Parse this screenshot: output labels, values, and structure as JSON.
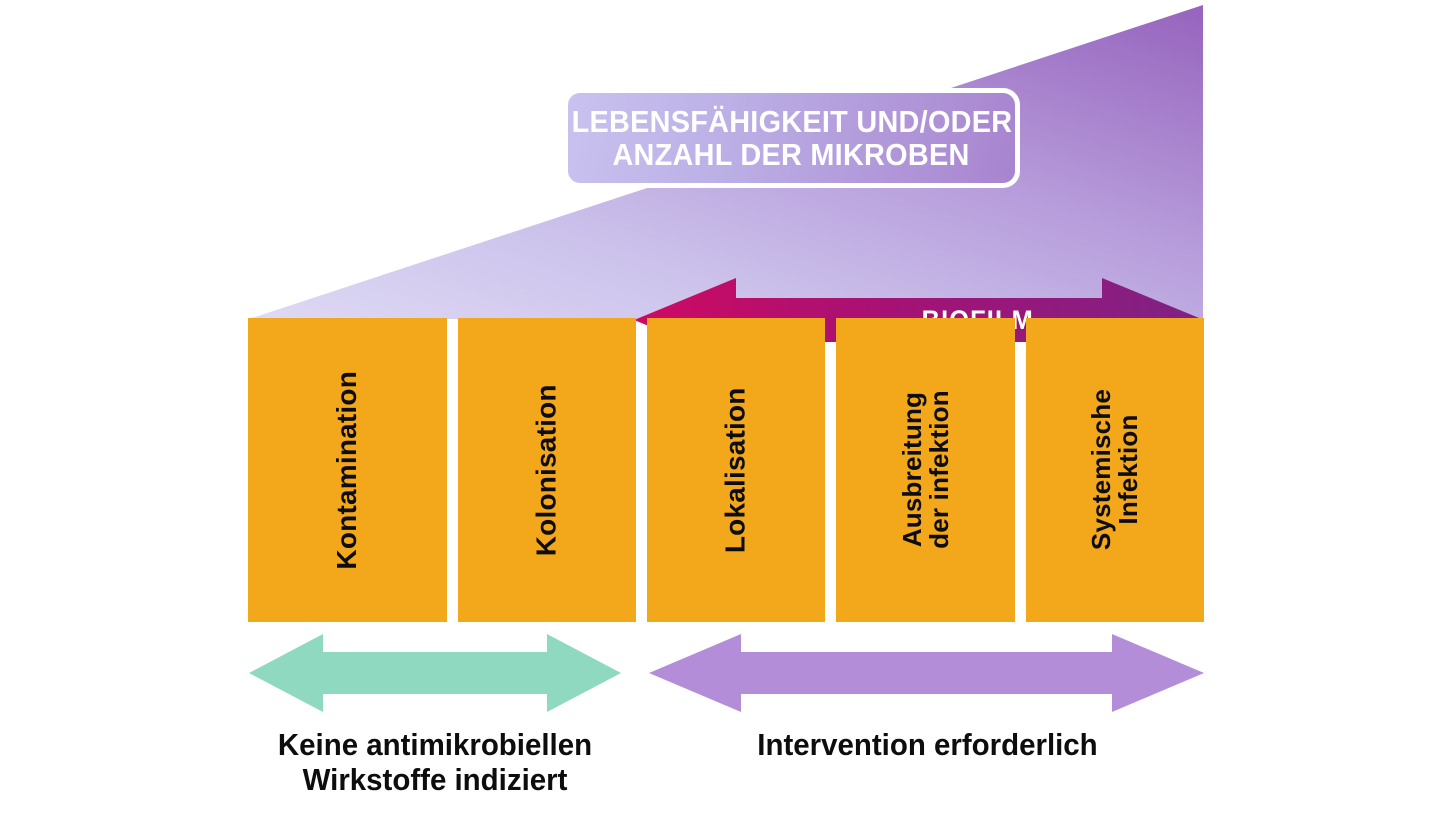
{
  "title_plaque": {
    "line1": "LEBENSFÄHIGKEIT UND/ODER",
    "line2": "ANZAHL DER MIKROBEN"
  },
  "biofilm": {
    "label": "BIOFILM"
  },
  "stages": [
    {
      "label_line1": "Kontamination",
      "label_line2": ""
    },
    {
      "label_line1": "Kolonisation",
      "label_line2": ""
    },
    {
      "label_line1": "Lokalisation",
      "label_line2": ""
    },
    {
      "label_line1": "Ausbreitung",
      "label_line2": "der infektion"
    },
    {
      "label_line1": "Systemische",
      "label_line2": "Infektion"
    }
  ],
  "bottom": {
    "left_caption_line1": "Keine antimikrobiellen",
    "left_caption_line2": "Wirkstoffe indiziert",
    "right_caption_line1": "Intervention erforderlich",
    "right_caption_line2": ""
  },
  "colors": {
    "stage_box_orange": "#F2A81A",
    "biofilm_magenta": "#CE0A62",
    "biofilm_purple": "#7E2284",
    "wedge_light": "#D5CFF0",
    "wedge_dark": "#9A6BC0",
    "teal_arrow": "#8ED9BF",
    "purple_arrow": "#B48DD8",
    "text_dark": "#0d0d0d",
    "text_light": "#ffffff",
    "background": "#ffffff"
  }
}
